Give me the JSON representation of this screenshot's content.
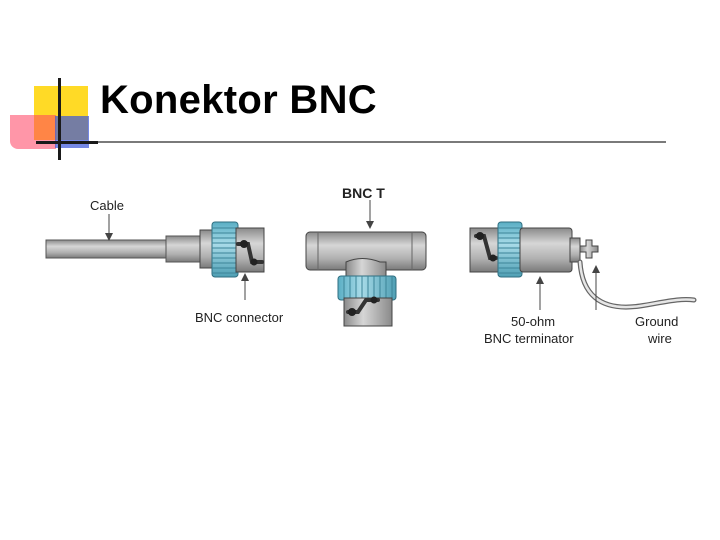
{
  "slide": {
    "title": "Konektor BNC"
  },
  "diagram": {
    "labels": {
      "cable": "Cable",
      "bnc_t": "BNC T",
      "bnc_connector": "BNC connector",
      "ohm": "50-ohm",
      "terminator": "BNC terminator",
      "ground": "Ground",
      "wire": "wire"
    }
  },
  "colors": {
    "teal": "#7cc3d6",
    "metal": "#a9a9a9",
    "dark": "#3a3a3a",
    "deco_yellow": "#ffd400",
    "deco_red": "#ff4060",
    "deco_blue": "#3a55d8"
  }
}
